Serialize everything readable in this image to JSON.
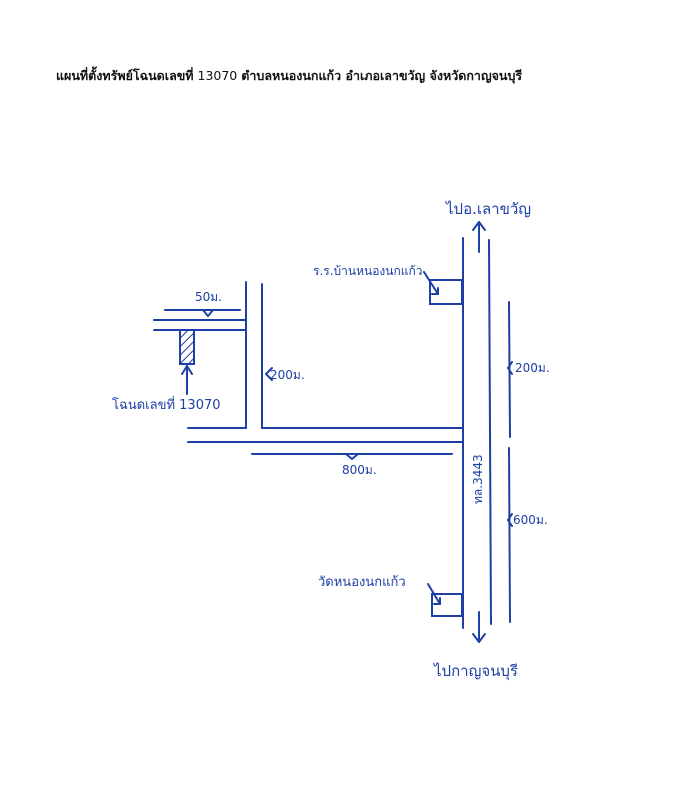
{
  "title": {
    "main": "แผนที่ตั้งทรัพย์โฉนดเลขที่",
    "number": "13070",
    "location": "ตำบลหนองนกแก้ว อำเภอเลาขวัญ จังหวัดกาญจนบุรี"
  },
  "labels": {
    "to_north": "ไปอ.เลาขวัญ",
    "school": "ร.ร.บ้านหนองนกแก้ว",
    "temple": "วัดหนองนกแก้ว",
    "to_south": "ไปกาญจนบุรี",
    "road_name": "ทล.3443",
    "parcel": "โฉนดเลขที่ 13070",
    "dist_50": "50ม.",
    "dist_200_side": "200ม.",
    "dist_800": "800ม.",
    "dist_200_road": "200ม.",
    "dist_600_road": "600ม."
  },
  "colors": {
    "ink": "#1d3fa6",
    "text": "#111111"
  }
}
